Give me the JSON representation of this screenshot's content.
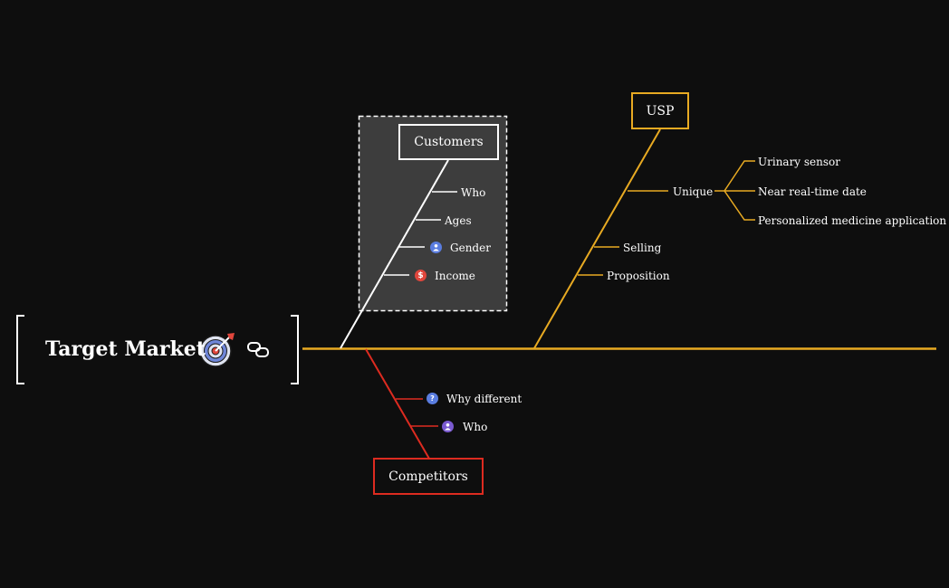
{
  "root": {
    "title": "Target Market",
    "icons": [
      "target-icon",
      "link-icon"
    ]
  },
  "branches": {
    "customers": {
      "title": "Customers",
      "color": "#ffffff",
      "items": [
        "Who",
        "Ages",
        "Gender",
        "Income"
      ],
      "item_icons": {
        "Gender": "person-icon",
        "Income": "dollar-icon"
      }
    },
    "usp": {
      "title": "USP",
      "color": "#e8aa22",
      "items": [
        "Unique",
        "Selling",
        "Proposition"
      ],
      "unique_children": [
        "Urinary sensor",
        "Near real-time date",
        "Personalized medicine application"
      ]
    },
    "competitors": {
      "title": "Competitors",
      "color": "#dd2b20",
      "items": [
        "Why different",
        "Who"
      ],
      "item_icons": {
        "Why different": "question-icon",
        "Who": "person-icon"
      }
    }
  },
  "colors": {
    "background": "#0e0e0e",
    "spine": "#e8aa22",
    "group_fill": "#3d3d3d"
  }
}
